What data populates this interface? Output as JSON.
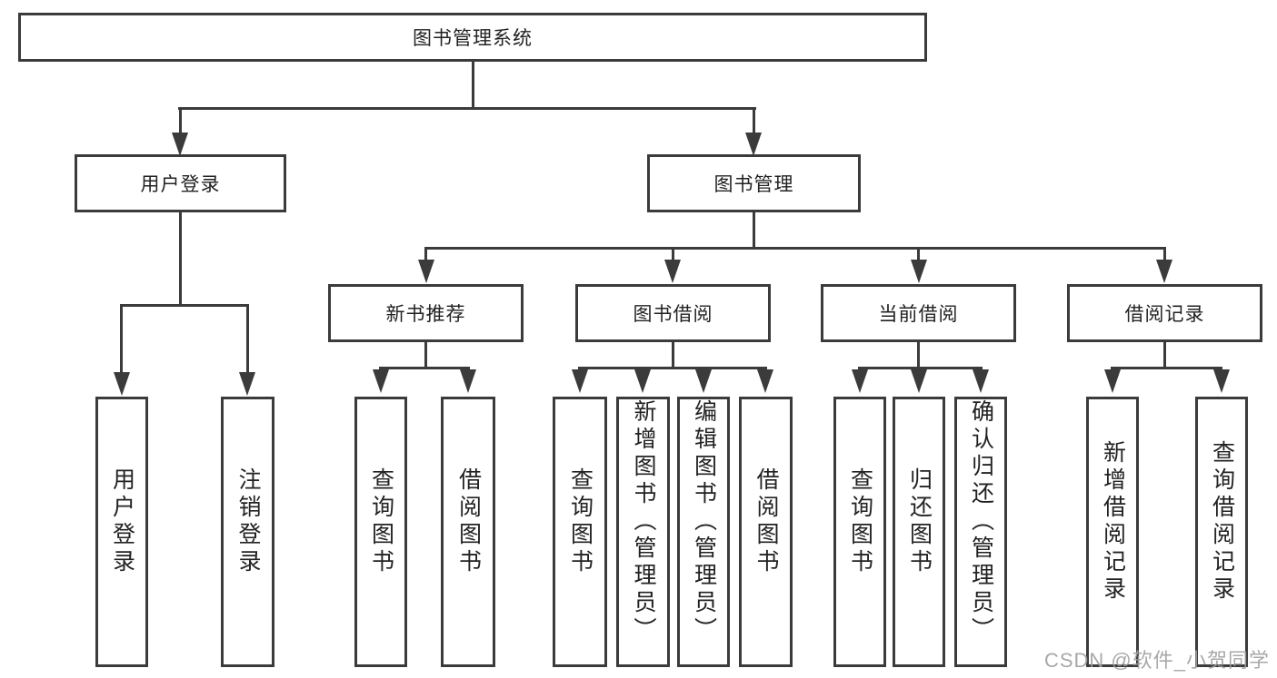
{
  "diagram": {
    "root": {
      "label": "图书管理系统"
    },
    "branches": [
      {
        "label": "用户登录",
        "children": [
          {
            "label": "用户登录"
          },
          {
            "label": "注销登录"
          }
        ]
      },
      {
        "label": "图书管理",
        "children": [
          {
            "label": "新书推荐",
            "children": [
              {
                "label": "查询图书"
              },
              {
                "label": "借阅图书"
              }
            ]
          },
          {
            "label": "图书借阅",
            "children": [
              {
                "label": "查询图书"
              },
              {
                "label": "新增图书（管理员）"
              },
              {
                "label": "编辑图书（管理员）"
              },
              {
                "label": "借阅图书"
              }
            ]
          },
          {
            "label": "当前借阅",
            "children": [
              {
                "label": "查询图书"
              },
              {
                "label": "归还图书"
              },
              {
                "label": "确认归还（管理员）"
              }
            ]
          },
          {
            "label": "借阅记录",
            "children": [
              {
                "label": "新增借阅记录"
              },
              {
                "label": "查询借阅记录"
              }
            ]
          }
        ]
      }
    ],
    "watermark": "CSDN @软件_小贺同学",
    "colors": {
      "line": "#3b3b3b",
      "text": "#222222",
      "background": "#ffffff",
      "watermark": "#9e9e9e"
    }
  }
}
